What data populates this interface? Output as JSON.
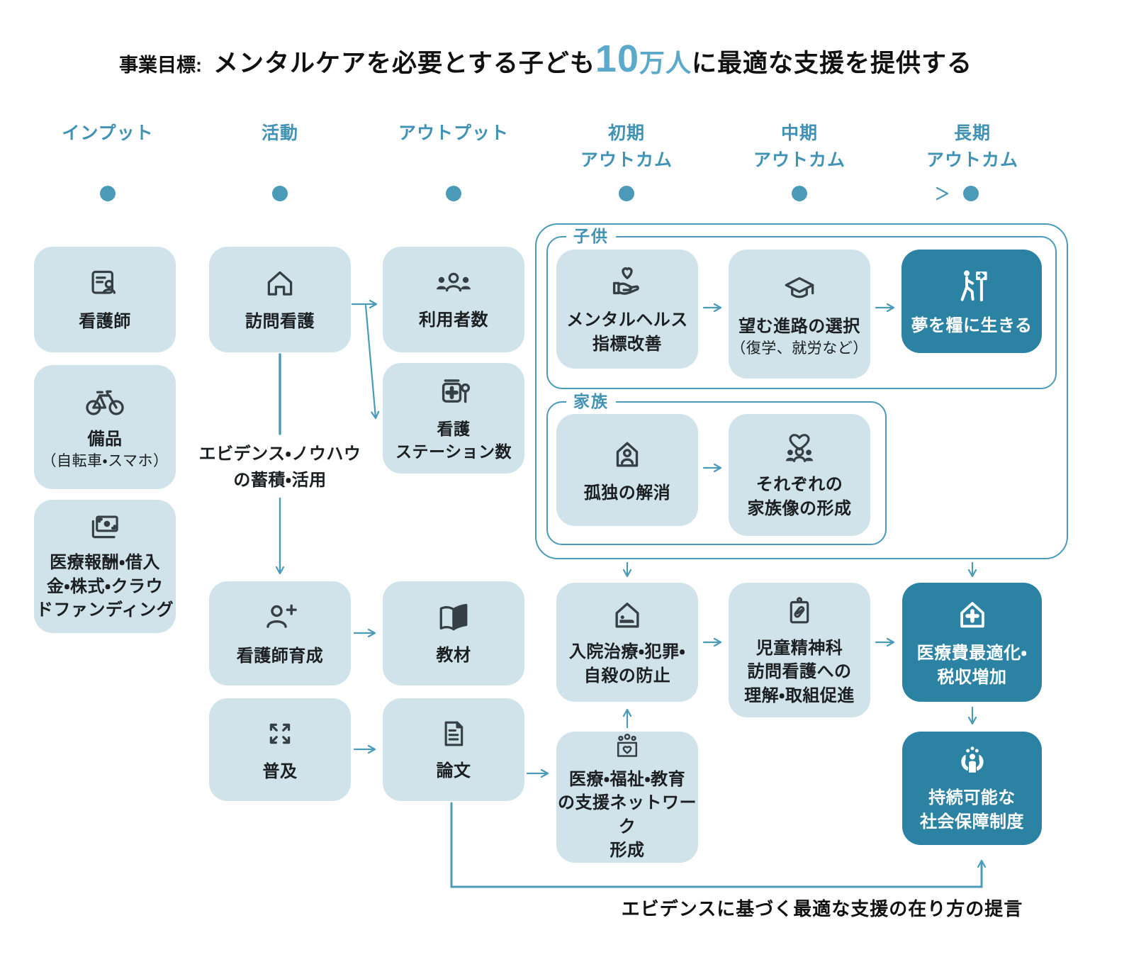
{
  "title": {
    "prefix": "事業目標:",
    "main_before": "メンタルケアを必要とする子ども",
    "highlight_number": "10",
    "highlight_unit": "万人",
    "main_after": "に最適な支援を提供する"
  },
  "columns": [
    {
      "label": "インプット"
    },
    {
      "label": "活動"
    },
    {
      "label": "アウトプット"
    },
    {
      "label": "初期",
      "label2": "アウトカム"
    },
    {
      "label": "中期",
      "label2": "アウトカム"
    },
    {
      "label": "長期",
      "label2": "アウトカム"
    }
  ],
  "groups": {
    "children": "子供",
    "family": "家族"
  },
  "boxes": {
    "nurse": {
      "lines": [
        "看護師"
      ],
      "icon": "id-card-icon"
    },
    "equipment": {
      "lines": [
        "備品",
        "（自転車・スマホ）"
      ],
      "icon": "bicycle-icon"
    },
    "funding": {
      "lines": [
        "医療報酬・借入",
        "金・株式・クラウ",
        "ドファンディング"
      ],
      "icon": "banknote-icon"
    },
    "visit": {
      "lines": [
        "訪問看護"
      ],
      "icon": "house-icon"
    },
    "training": {
      "lines": [
        "看護師育成"
      ],
      "icon": "person-plus-icon"
    },
    "spread": {
      "lines": [
        "普及"
      ],
      "icon": "expand-icon"
    },
    "users": {
      "lines": [
        "利用者数"
      ],
      "icon": "users-icon"
    },
    "stations": {
      "lines": [
        "看護",
        "ステーション数"
      ],
      "icon": "first-aid-station-icon"
    },
    "materials": {
      "lines": [
        "教材"
      ],
      "icon": "book-icon"
    },
    "papers": {
      "lines": [
        "論文"
      ],
      "icon": "paper-icon"
    },
    "mental": {
      "lines": [
        "メンタルヘルス",
        "指標改善"
      ],
      "icon": "hand-heart-icon"
    },
    "path": {
      "lines": [
        "望む進路の選択",
        "（復学、就労など）"
      ],
      "icon": "graduation-cap-icon"
    },
    "dream": {
      "lines": [
        "夢を糧に生きる"
      ],
      "icon": "walk-signpost-icon"
    },
    "solitude": {
      "lines": [
        "孤独の解消"
      ],
      "icon": "house-person-icon"
    },
    "family_vision": {
      "lines": [
        "それぞれの",
        "家族像の形成"
      ],
      "icon": "family-heart-icon"
    },
    "prevention": {
      "lines": [
        "入院治療・犯罪・",
        "自殺の防止"
      ],
      "icon": "hospital-bed-icon"
    },
    "understanding": {
      "lines": [
        "児童精神科",
        "訪問看護への",
        "理解・取組促進"
      ],
      "icon": "clipboard-pill-icon"
    },
    "medical_cost": {
      "lines": [
        "医療費最適化・",
        "税収増加"
      ],
      "icon": "house-plus-icon"
    },
    "network": {
      "lines": [
        "医療・福祉・教育",
        "の支援ネットワーク",
        "形成"
      ],
      "icon": "network-heart-icon"
    },
    "social_security": {
      "lines": [
        "持続可能な",
        "社会保障制度"
      ],
      "icon": "community-hands-icon"
    }
  },
  "edge_labels": {
    "evidence_knowhow_1": "エビデンス・ノウハウ",
    "evidence_knowhow_2": "の蓄積・活用",
    "proposal": "エビデンスに基づく最適な支援の在り方の提言"
  },
  "colors": {
    "accent": "#4a9ab8",
    "header_text": "#4193b5",
    "box_light": "#d1e3ea",
    "box_dark": "#2c82a3",
    "highlight": "#5ba9cb",
    "icon": "#363f45"
  }
}
